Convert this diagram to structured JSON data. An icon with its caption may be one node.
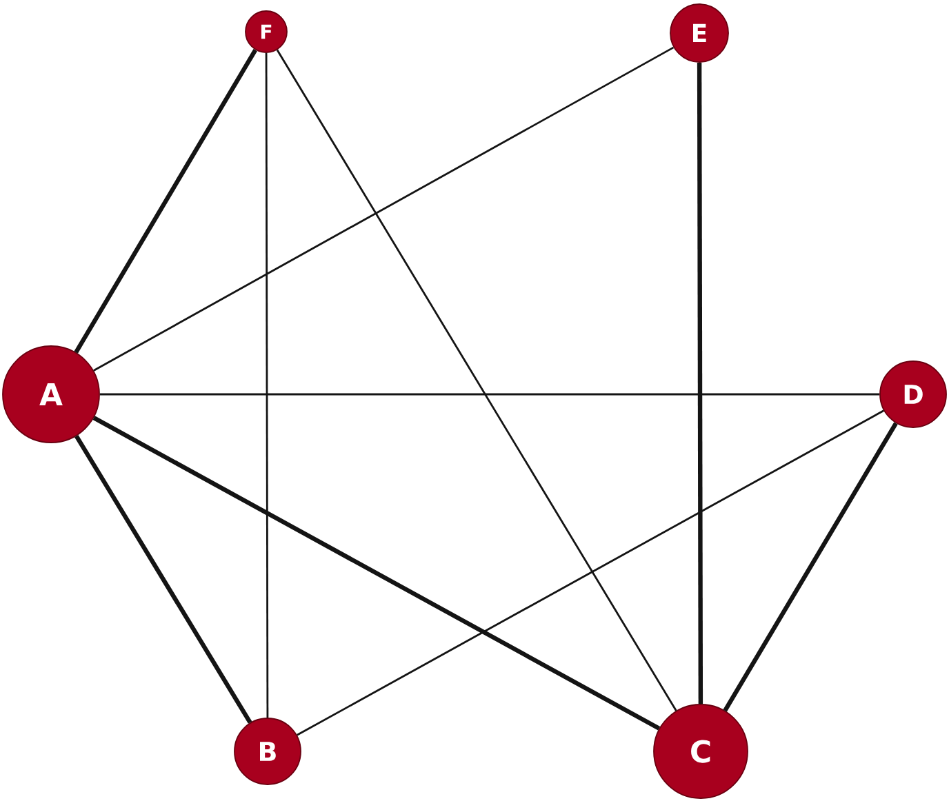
{
  "diagram": {
    "nodes": [
      {
        "text": [
          "F"
        ]
      },
      {
        "text": [
          "E"
        ]
      },
      {
        "text": [
          "A"
        ]
      },
      {
        "text": [
          "D"
        ]
      },
      {
        "text": [
          "B"
        ]
      },
      {
        "text": [
          "C"
        ]
      }
    ],
    "edges": [
      {
        "from": 0,
        "to": 2,
        "arrow": "none",
        "style": "thick"
      },
      {
        "from": 0,
        "to": 4,
        "arrow": "none"
      },
      {
        "from": 0,
        "to": 5,
        "arrow": "none"
      },
      {
        "from": 1,
        "to": 2,
        "arrow": "none"
      },
      {
        "from": 1,
        "to": 5,
        "arrow": "none",
        "style": "thick"
      },
      {
        "from": 2,
        "to": 3,
        "arrow": "none"
      },
      {
        "from": 2,
        "to": 4,
        "arrow": "none",
        "style": "thick"
      },
      {
        "from": 2,
        "to": 5,
        "arrow": "none",
        "style": "thick"
      },
      {
        "from": 3,
        "to": 4,
        "arrow": "none"
      },
      {
        "from": 3,
        "to": 5,
        "arrow": "none",
        "style": "thick"
      }
    ]
  }
}
